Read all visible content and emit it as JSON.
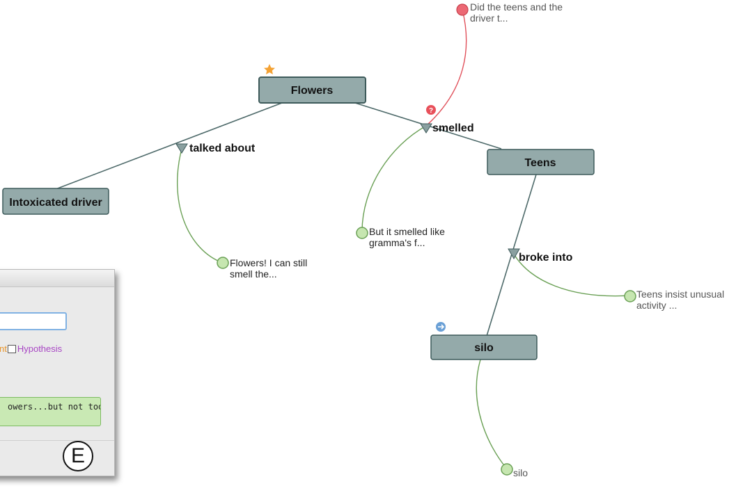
{
  "nodes": {
    "flowers": "Flowers",
    "teens": "Teens",
    "intoxicated_driver": "Intoxicated driver",
    "silo": "silo"
  },
  "edges": {
    "talked_about": "talked about",
    "smelled": "smelled",
    "broke_into": "broke into"
  },
  "annotations": {
    "did_teens": [
      "Did the teens and the",
      "driver t..."
    ],
    "gramma": [
      "But it smelled like",
      "gramma's f..."
    ],
    "flowers_smell": [
      "Flowers! I can still",
      "smell the..."
    ],
    "teens_insist": [
      "Teens insist unusual",
      "activity ..."
    ],
    "silo": "silo"
  },
  "panel": {
    "comment_label_fragment": "nt",
    "hypothesis_label": "Hypothesis",
    "note_text": "owers...but not too",
    "badge": "E"
  },
  "colors": {
    "node_fill": "#94aaaa",
    "node_border": "#3d5a5a",
    "edge_line": "#4e6a6a",
    "support_line": "#6aa055",
    "support_circle_fill": "#c6e6b0",
    "question_line": "#e0505a",
    "question_circle_fill": "#ec6874",
    "star": "#f4a234",
    "info_icon": "#6aa0d6",
    "question_icon": "#e8505a"
  },
  "icons": {
    "star": "star-icon",
    "question": "question-icon",
    "arrow_right": "arrow-right-icon"
  }
}
